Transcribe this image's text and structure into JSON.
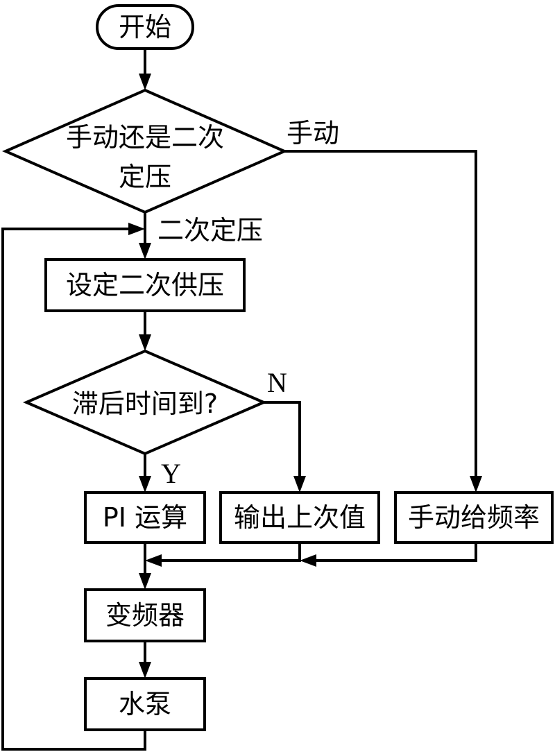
{
  "nodes": {
    "start": "开始",
    "mode_decision_line1": "手动还是二次",
    "mode_decision_line2": "定压",
    "set_pressure": "设定二次供压",
    "delay_decision": "滞后时间到?",
    "pi": "PI 运算",
    "output_last": "输出上次值",
    "manual_freq": "手动给频率",
    "inverter": "变频器",
    "pump": "水泵"
  },
  "edge_labels": {
    "manual": "手动",
    "secondary": "二次定压",
    "no": "N",
    "yes": "Y"
  }
}
